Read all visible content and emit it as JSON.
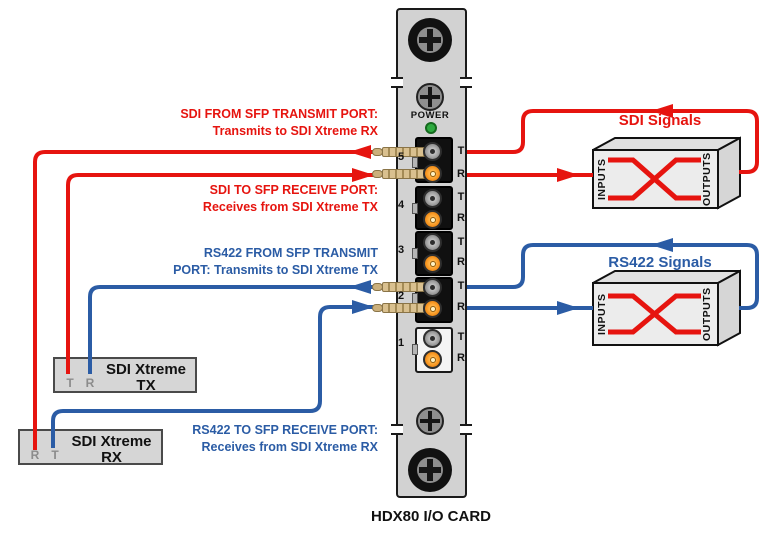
{
  "colors": {
    "red": "#E6140F",
    "blue": "#2B5CA5",
    "cardgray": "#D2D2D2",
    "boxgray": "#ECECEC",
    "orange": "#F7941E",
    "ledgreen": "#2EAA3F",
    "tan": "#D9C08F",
    "labelgray": "#8C8C8C"
  },
  "card": {
    "power_label": "POWER",
    "caption": "HDX80 I/O CARD",
    "ports": [
      {
        "number": "5",
        "t": "T",
        "r": "R"
      },
      {
        "number": "4",
        "t": "T",
        "r": "R"
      },
      {
        "number": "3",
        "t": "T",
        "r": "R"
      },
      {
        "number": "2",
        "t": "T",
        "r": "R"
      },
      {
        "number": "1",
        "t": "T",
        "r": "R"
      }
    ]
  },
  "annotations": {
    "sdi_transmit": {
      "line1": "SDI FROM SFP TRANSMIT PORT:",
      "line2": "Transmits to SDI Xtreme RX"
    },
    "sdi_receive": {
      "line1": "SDI TO SFP RECEIVE PORT:",
      "line2": "Receives from SDI Xtreme TX"
    },
    "rs422_transmit": {
      "line1": "RS422 FROM SFP TRANSMIT",
      "line2": "PORT: Transmits to SDI Xtreme TX"
    },
    "rs422_receive": {
      "line1": "RS422 TO SFP RECEIVE PORT:",
      "line2": "Receives from SDI Xtreme RX"
    }
  },
  "signal_boxes": {
    "sdi": {
      "title": "SDI Signals",
      "inputs_label": "INPUTS",
      "outputs_label": "OUTPUTS"
    },
    "rs422": {
      "title": "RS422 Signals",
      "inputs_label": "INPUTS",
      "outputs_label": "OUTPUTS"
    }
  },
  "devices": {
    "tx": {
      "name": "SDI Xtreme",
      "model": "TX",
      "left_label": "T",
      "right_label": "R"
    },
    "rx": {
      "name": "SDI Xtreme",
      "model": "RX",
      "left_label": "R",
      "right_label": "T"
    }
  }
}
